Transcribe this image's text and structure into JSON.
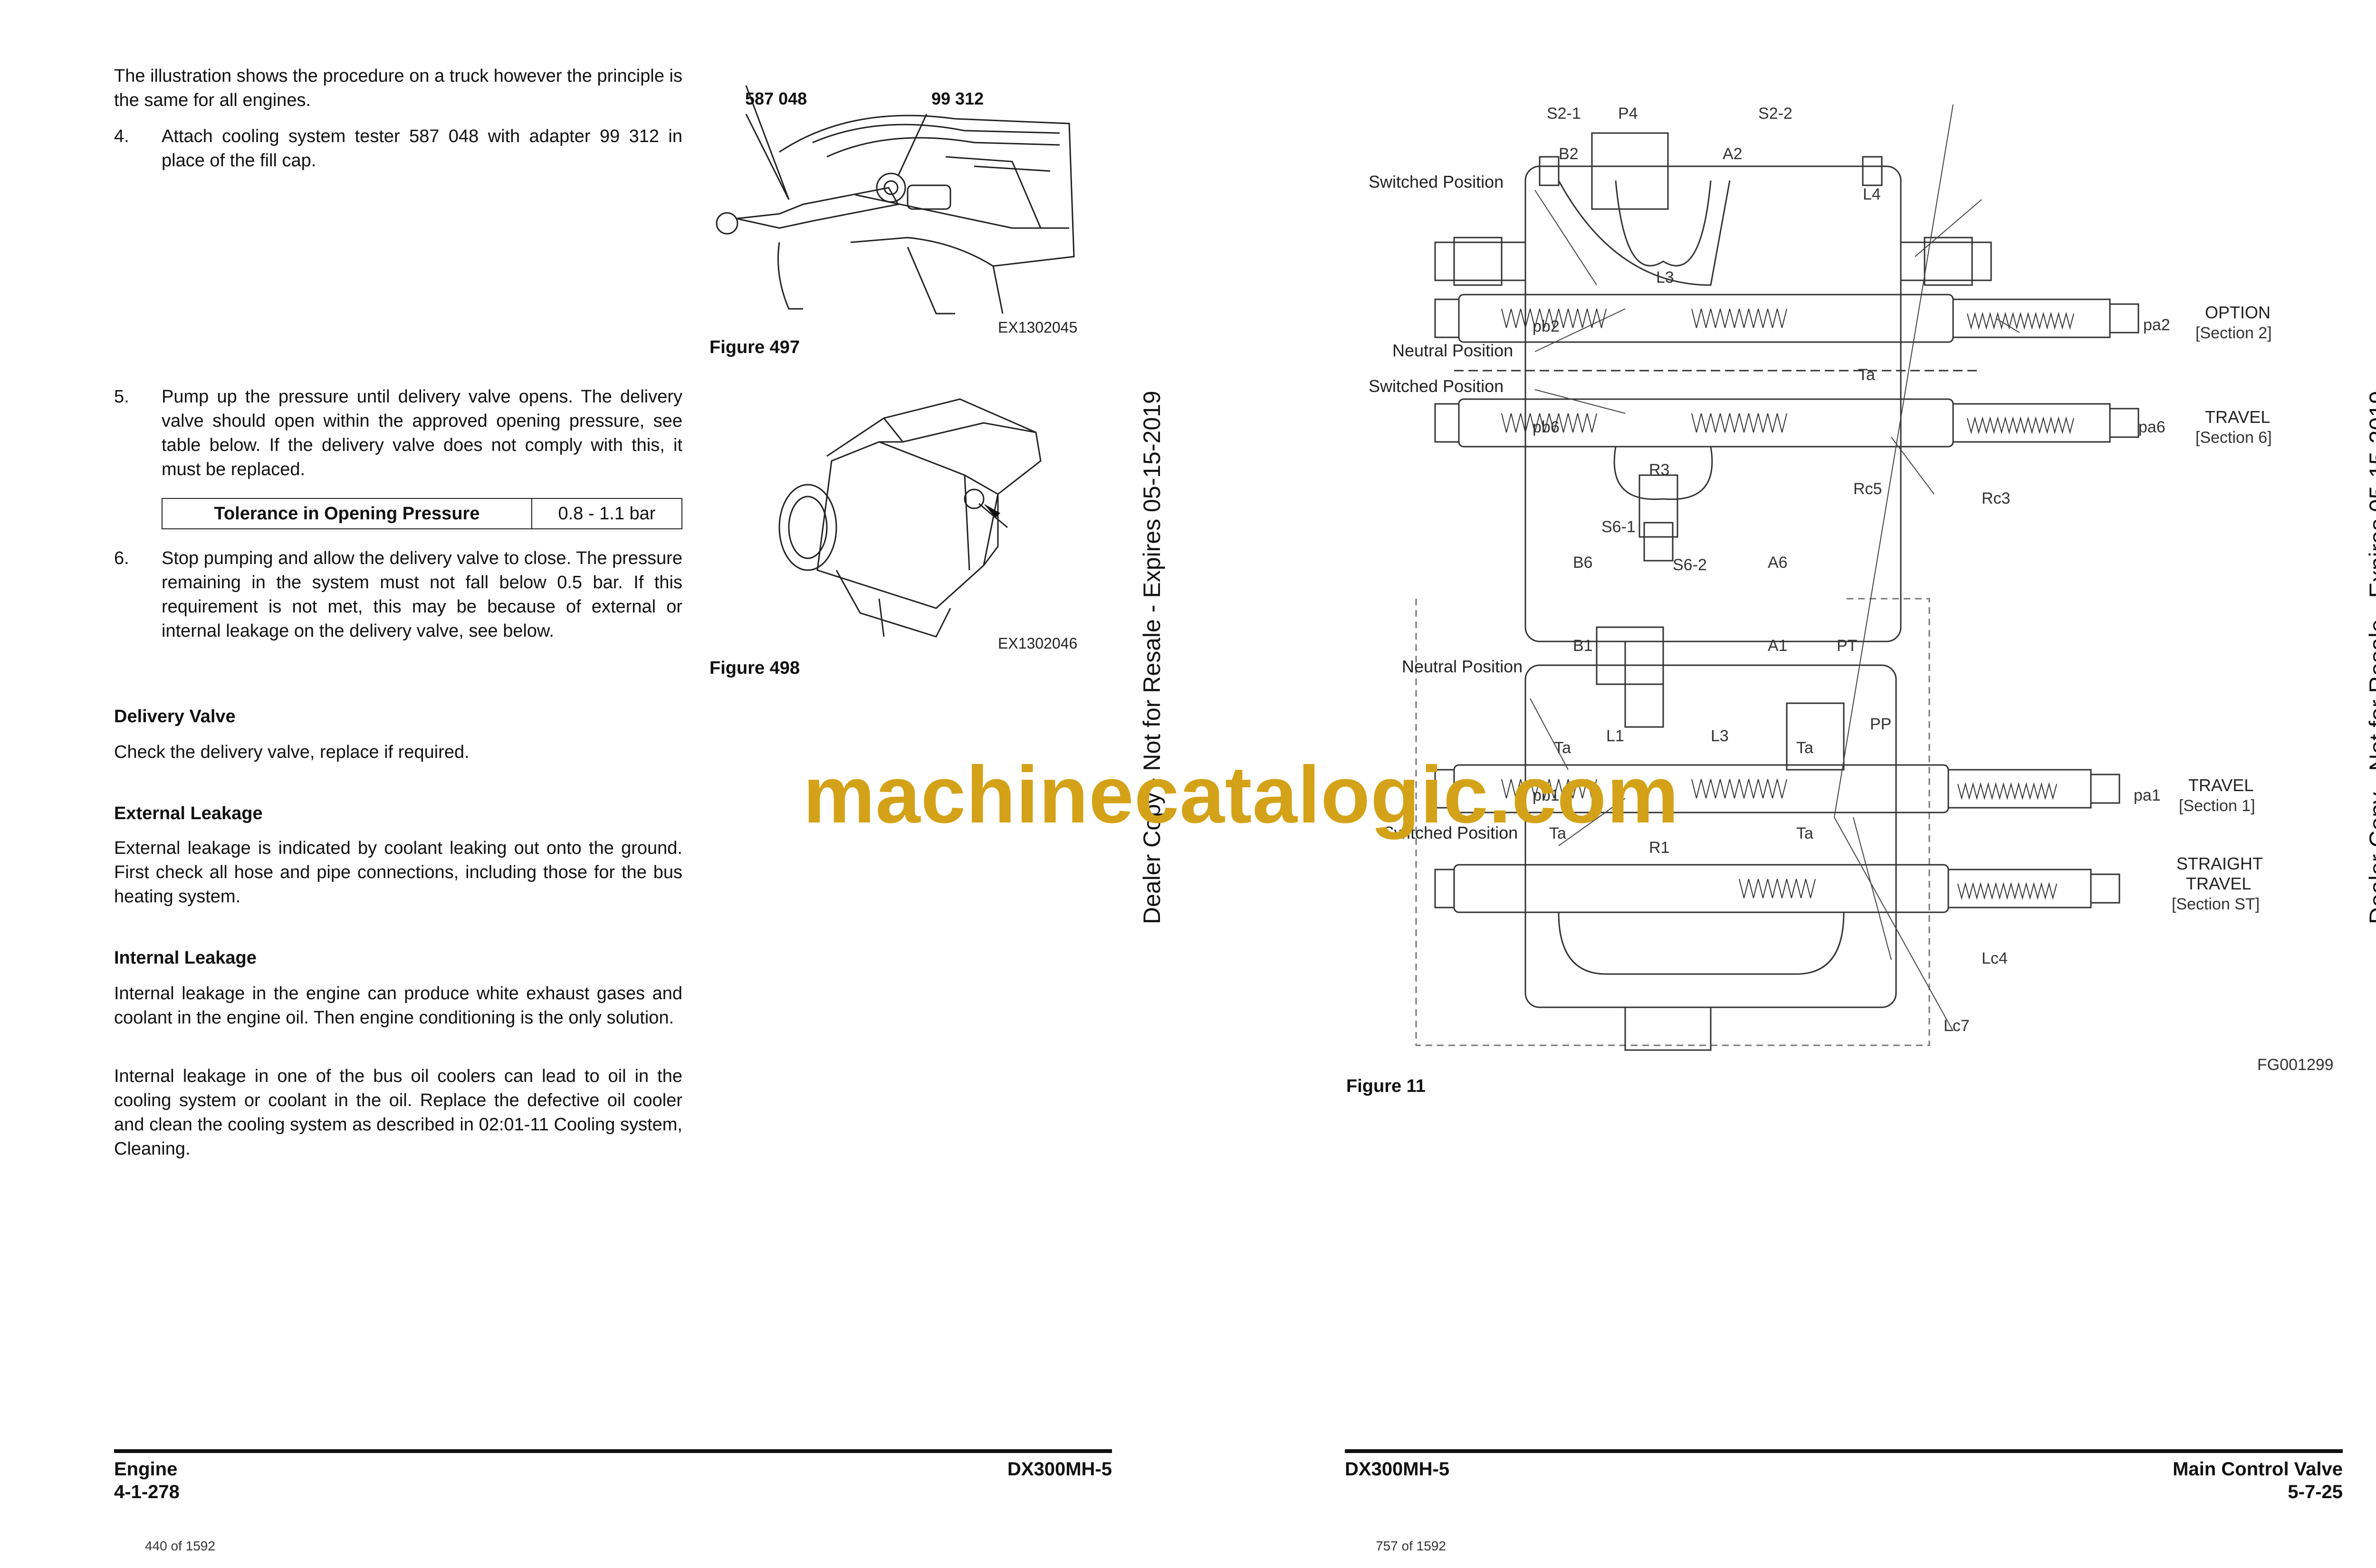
{
  "left_page": {
    "intro": "The illustration shows the procedure on a truck however the principle is the same for all engines.",
    "step4": {
      "num": "4.",
      "text": "Attach cooling system tester 587 048 with adapter 99 312 in place of the fill cap."
    },
    "step5": {
      "num": "5.",
      "text": "Pump up the pressure until delivery valve opens. The delivery valve should open within the approved opening pressure, see table below. If the delivery valve does not comply with this, it must be replaced."
    },
    "table": {
      "label": "Tolerance in Opening Pressure",
      "value": "0.8 - 1.1 bar"
    },
    "step6": {
      "num": "6.",
      "text": "Stop pumping and allow the delivery valve to close. The pressure remaining in the system must not fall below 0.5 bar. If this requirement is not met, this may be because of external or internal leakage on the delivery valve, see below."
    },
    "delivery": {
      "heading": "Delivery Valve",
      "text": "Check the delivery valve, replace if required."
    },
    "external": {
      "heading": "External Leakage",
      "text": "External leakage is indicated by coolant leaking out onto the ground. First check all hose and pipe connections, including those for the bus heating system."
    },
    "internal": {
      "heading": "Internal Leakage",
      "p1": "Internal leakage in the engine can produce white exhaust gases and coolant in the engine oil. Then engine conditioning is the only solution.",
      "p2": "Internal leakage in one of the bus oil coolers can lead to oil in the cooling system or coolant in the oil. Replace the defective oil cooler and clean the cooling system as described in 02:01-11 Cooling system, Cleaning."
    },
    "fig497": {
      "caption": "Figure 497",
      "label1": "587 048",
      "label2": "99 312",
      "code": "EX1302045"
    },
    "fig498": {
      "caption": "Figure 498",
      "code": "EX1302046"
    },
    "footer": {
      "section": "Engine",
      "page": "4-1-278",
      "model": "DX300MH-5",
      "count": "440 of 1592"
    }
  },
  "right_page": {
    "figure": {
      "caption": "Figure 11",
      "code": "FG001299",
      "labels": {
        "s2_1": "S2-1",
        "p4": "P4",
        "s2_2": "S2-2",
        "b2": "B2",
        "a2": "A2",
        "l4": "L4",
        "l3_top": "L3",
        "switched1": "Switched Position",
        "neutral1": "Neutral Position",
        "switched2": "Switched Position",
        "pb2": "pb2",
        "pa2": "pa2",
        "option": "OPTION",
        "option_sec": "[Section 2]",
        "ta_top": "Ta",
        "pb6": "pb6",
        "pa6": "pa6",
        "travel6": "TRAVEL",
        "travel6_sec": "[Section 6]",
        "r3": "R3",
        "rc5": "Rc5",
        "rc3": "Rc3",
        "s6_1": "S6-1",
        "s6_2": "S6-2",
        "b6": "B6",
        "a6": "A6",
        "b1": "B1",
        "a1": "A1",
        "pt": "PT",
        "neutral2": "Neutral Position",
        "pp": "PP",
        "ta1": "Ta",
        "l1": "L1",
        "l3": "L3",
        "ta2": "Ta",
        "pb1": "pb1",
        "pa1": "pa1",
        "travel1": "TRAVEL",
        "travel1_sec": "[Section 1]",
        "switched3": "Switched Position",
        "ta3": "Ta",
        "r1": "R1",
        "ta4": "Ta",
        "straight1": "STRAIGHT",
        "straight2": "TRAVEL",
        "straight_sec": "[Section ST]",
        "lc4": "Lc4",
        "lc7": "Lc7"
      }
    },
    "footer": {
      "model": "DX300MH-5",
      "section": "Main Control Valve",
      "page": "5-7-25",
      "count": "757 of 1592"
    }
  },
  "watermarks": {
    "side": "Dealer Copy - Not for Resale - Expires 05-15-2019",
    "brand": "machinecatalogic.com"
  }
}
